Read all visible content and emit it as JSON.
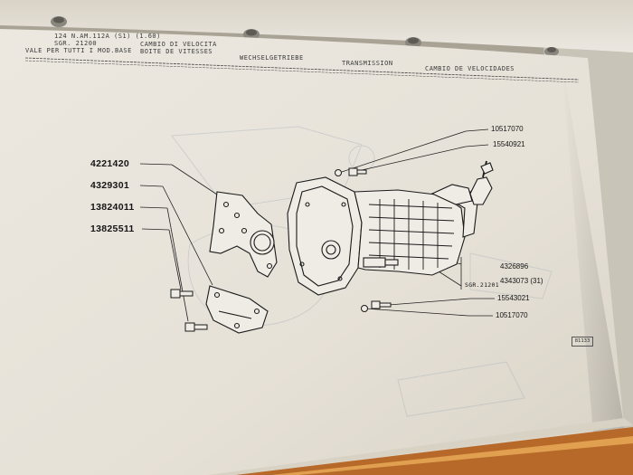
{
  "header": {
    "model_line": "124 N.AM.112A (S1) (1.60)",
    "group_line": "SGR. 21200",
    "title_it": "CAMBIO DI VELOCITA",
    "title_fr": "BOITE DE VITESSES",
    "scope_line": "VALE PER TUTTI I MOD.BASE",
    "title_de": "WECHSELGETRIEBE",
    "title_en": "TRANSMISSION",
    "title_es": "CAMBIO DE VELOCIDADES"
  },
  "part_numbers": {
    "p1": "4221420",
    "p2": "4329301",
    "p3": "13824011",
    "p4": "13825511",
    "p5": "10517070",
    "p6": "15540921",
    "p7": "4326896",
    "p8": "4343073 (31)",
    "p9": "15543021",
    "p10": "10517070",
    "sgr_ref": "SGR.21201"
  },
  "stamp_code": "81133",
  "colors": {
    "page": "#e9e5dd",
    "ink": "#151515",
    "ghost": "#b9b4a6",
    "wood": "#b7692a"
  }
}
